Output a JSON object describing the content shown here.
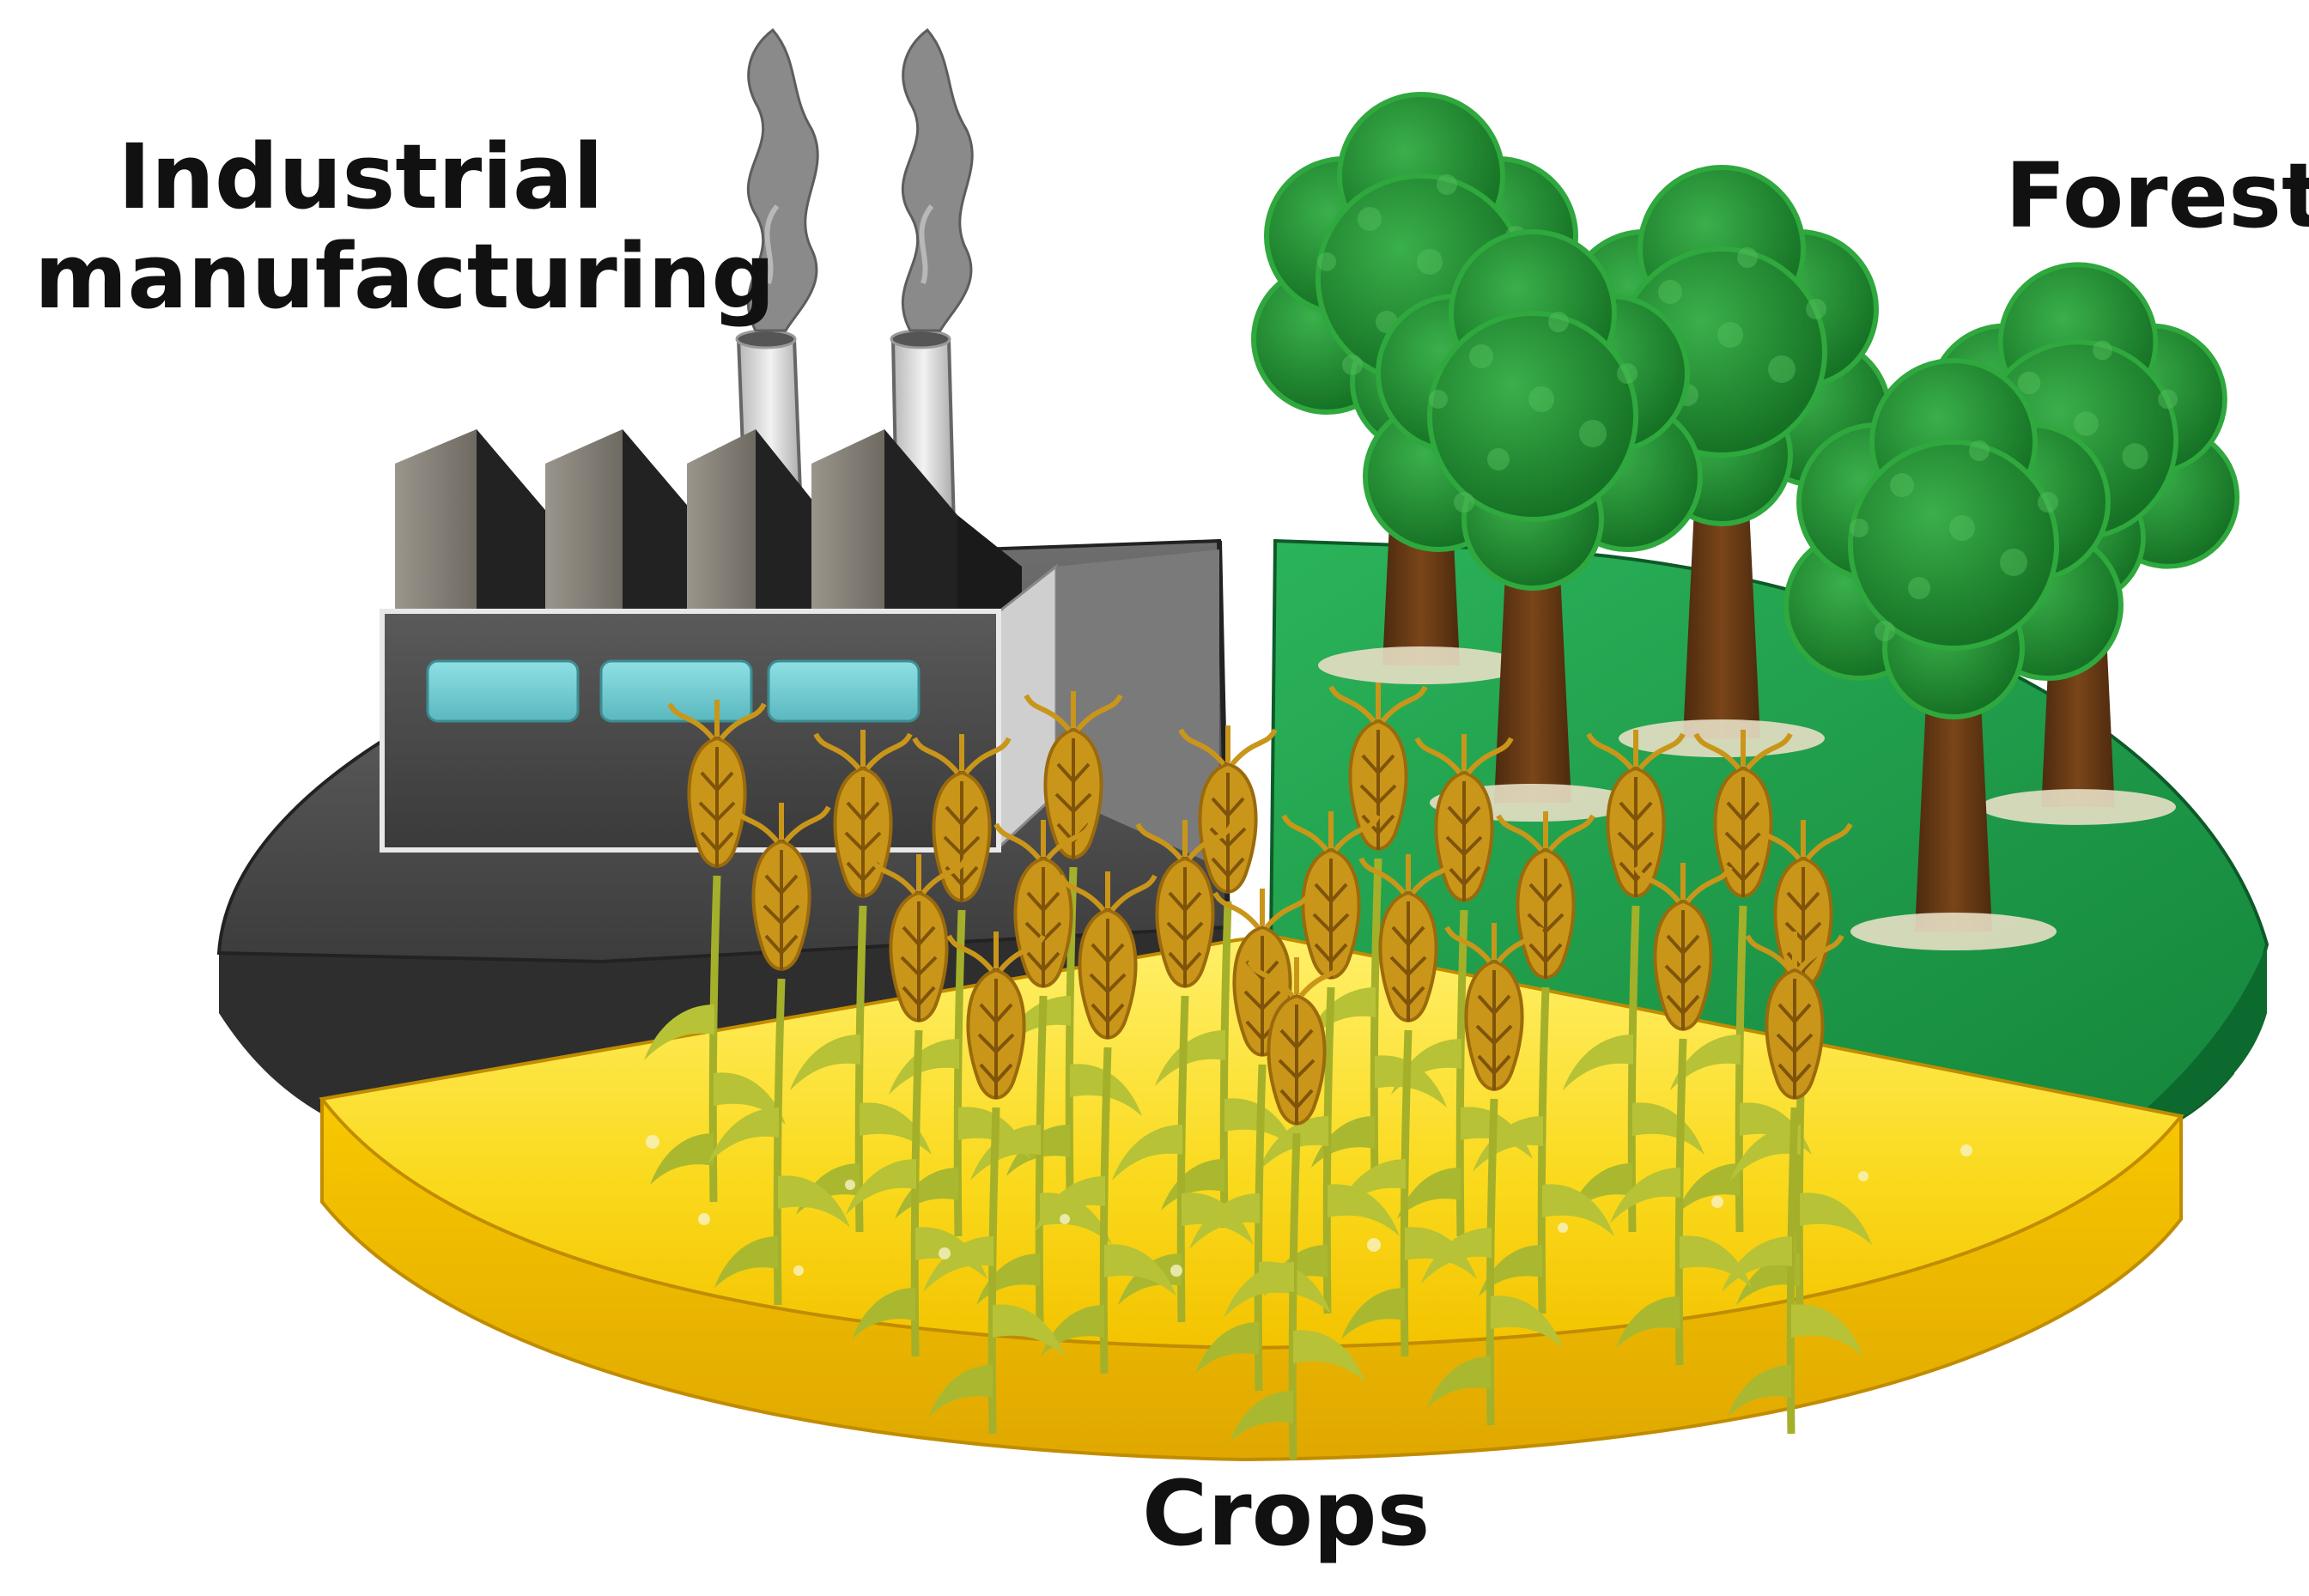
{
  "labels": {
    "industry_line1": "Industrial",
    "industry_line2": "manufacturing",
    "forest": "Forest",
    "crops": "Crops"
  },
  "colors": {
    "industry_segment": "#4a4a4a",
    "forest_segment": "#1e9b48",
    "crops_segment": "#f5c400",
    "window": "#6fc9cf",
    "smoke": "#8a8a8a",
    "tree_canopy": "#1f8d2f",
    "trunk": "#6a3a12",
    "wheat": "#c9961a",
    "stalk": "#9fb12a"
  },
  "icons": [
    "factory-icon",
    "chimney-icon",
    "smoke-icon",
    "tree-icon",
    "wheat-icon"
  ]
}
